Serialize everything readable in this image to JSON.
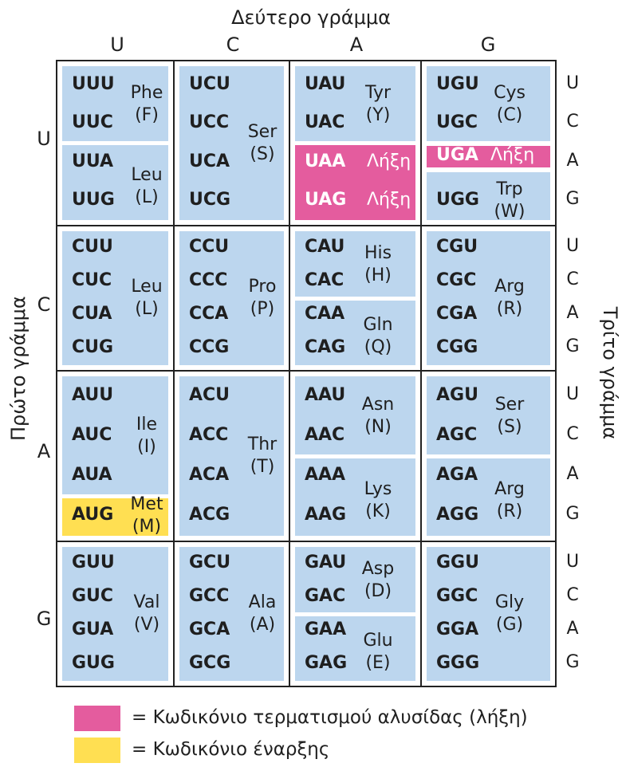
{
  "second_letter_title": "Δεύτερο γράμμα",
  "first_letter_title": "Πρώτο γράμμα",
  "third_letter_title": "Τρίτο γράμμα",
  "bases": [
    "U",
    "C",
    "A",
    "G"
  ],
  "table": {
    "U": {
      "U": {
        "codons": [
          "UUU",
          "UUC",
          "UUA",
          "UUG"
        ],
        "groups": [
          {
            "aa": "Phe",
            "abbr": "(F)"
          },
          {
            "aa": "Leu",
            "abbr": "(L)"
          }
        ]
      },
      "C": {
        "codons": [
          "UCU",
          "UCC",
          "UCA",
          "UCG"
        ],
        "groups": [
          {
            "aa": "Ser",
            "abbr": "(S)"
          }
        ]
      },
      "A": {
        "codons": [
          "UAU",
          "UAC",
          "UAA",
          "UAG"
        ],
        "groups": [
          {
            "aa": "Tyr",
            "abbr": "(Y)"
          }
        ],
        "stop_label": "Λήξη"
      },
      "G": {
        "codons": [
          "UGU",
          "UGC",
          "UGA",
          "UGG"
        ],
        "groups": [
          {
            "aa": "Cys",
            "abbr": "(C)"
          },
          {
            "aa": "Trp",
            "abbr": "(W)"
          }
        ],
        "stop_label": "Λήξη"
      }
    },
    "C": {
      "U": {
        "codons": [
          "CUU",
          "CUC",
          "CUA",
          "CUG"
        ],
        "groups": [
          {
            "aa": "Leu",
            "abbr": "(L)"
          }
        ]
      },
      "C": {
        "codons": [
          "CCU",
          "CCC",
          "CCA",
          "CCG"
        ],
        "groups": [
          {
            "aa": "Pro",
            "abbr": "(P)"
          }
        ]
      },
      "A": {
        "codons": [
          "CAU",
          "CAC",
          "CAA",
          "CAG"
        ],
        "groups": [
          {
            "aa": "His",
            "abbr": "(H)"
          },
          {
            "aa": "Gln",
            "abbr": "(Q)"
          }
        ]
      },
      "G": {
        "codons": [
          "CGU",
          "CGC",
          "CGA",
          "CGG"
        ],
        "groups": [
          {
            "aa": "Arg",
            "abbr": "(R)"
          }
        ]
      }
    },
    "A": {
      "U": {
        "codons": [
          "AUU",
          "AUC",
          "AUA",
          "AUG"
        ],
        "groups": [
          {
            "aa": "Ile",
            "abbr": "(I)"
          },
          {
            "aa": "Met",
            "abbr": "(M)"
          }
        ]
      },
      "C": {
        "codons": [
          "ACU",
          "ACC",
          "ACA",
          "ACG"
        ],
        "groups": [
          {
            "aa": "Thr",
            "abbr": "(T)"
          }
        ]
      },
      "A": {
        "codons": [
          "AAU",
          "AAC",
          "AAA",
          "AAG"
        ],
        "groups": [
          {
            "aa": "Asn",
            "abbr": "(N)"
          },
          {
            "aa": "Lys",
            "abbr": "(K)"
          }
        ]
      },
      "G": {
        "codons": [
          "AGU",
          "AGC",
          "AGA",
          "AGG"
        ],
        "groups": [
          {
            "aa": "Ser",
            "abbr": "(S)"
          },
          {
            "aa": "Arg",
            "abbr": "(R)"
          }
        ]
      }
    },
    "G": {
      "U": {
        "codons": [
          "GUU",
          "GUC",
          "GUA",
          "GUG"
        ],
        "groups": [
          {
            "aa": "Val",
            "abbr": "(V)"
          }
        ]
      },
      "C": {
        "codons": [
          "GCU",
          "GCC",
          "GCA",
          "GCG"
        ],
        "groups": [
          {
            "aa": "Ala",
            "abbr": "(A)"
          }
        ]
      },
      "A": {
        "codons": [
          "GAU",
          "GAC",
          "GAA",
          "GAG"
        ],
        "groups": [
          {
            "aa": "Asp",
            "abbr": "(D)"
          },
          {
            "aa": "Glu",
            "abbr": "(E)"
          }
        ]
      },
      "G": {
        "codons": [
          "GGU",
          "GGC",
          "GGA",
          "GGG"
        ],
        "groups": [
          {
            "aa": "Gly",
            "abbr": "(G)"
          }
        ]
      }
    }
  },
  "legend": [
    {
      "text": "= Κωδικόνιο τερματισμού αλυσίδας (λήξη)",
      "color": "#e45c9e"
    },
    {
      "text": "= Κωδικόνιο έναρξης",
      "color": "#ffdf52"
    }
  ],
  "colors": {
    "cell": "#bcd6ee",
    "stop": "#e45c9e",
    "start": "#ffdf52",
    "grid": "#222222"
  }
}
